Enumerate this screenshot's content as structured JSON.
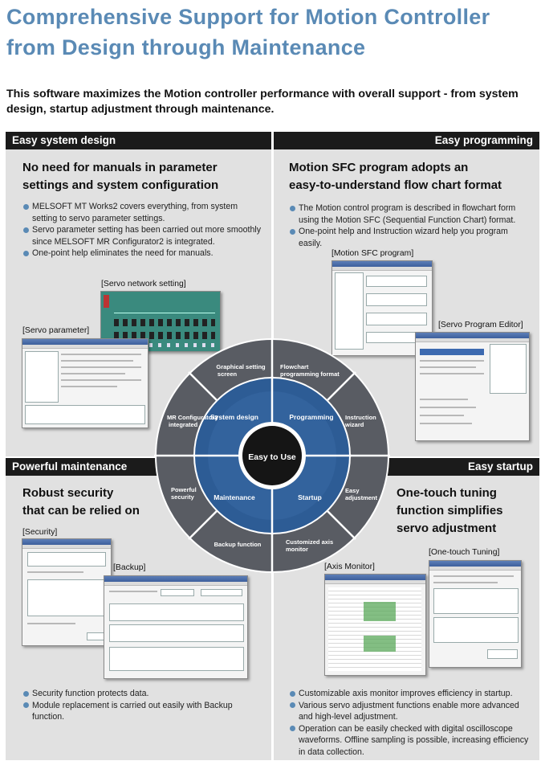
{
  "title": {
    "line1": "Comprehensive Support for Motion Controller",
    "line2": "from Design through Maintenance"
  },
  "intro": "This software maximizes the Motion controller performance with overall support - from system design, startup adjustment through maintenance.",
  "design": {
    "header": "Easy system design",
    "heading1": "No need for manuals in parameter",
    "heading2": "settings and system configuration",
    "bullets": [
      "MELSOFT MT Works2 covers everything, from system setting to servo parameter settings.",
      "Servo parameter setting has been carried out more smoothly since MELSOFT MR Configurator2 is integrated.",
      "One-point help eliminates the need for manuals."
    ],
    "cap_network": "[Servo network setting]",
    "cap_param": "[Servo parameter]"
  },
  "programming": {
    "header": "Easy programming",
    "heading1": "Motion SFC program adopts an",
    "heading2": "easy-to-understand flow chart format",
    "bullets": [
      "The Motion control program is described in flowchart form using the Motion SFC (Sequential Function Chart) format.",
      "One-point help and Instruction wizard help you program easily."
    ],
    "cap_sfc": "[Motion SFC program]",
    "cap_editor": "[Servo Program Editor]"
  },
  "maintenance": {
    "header": "Powerful maintenance",
    "heading1": "Robust security",
    "heading2": "that can be relied on",
    "cap_security": "[Security]",
    "cap_backup": "[Backup]",
    "bullets": [
      "Security function protects data.",
      "Module replacement is carried out easily with Backup function."
    ]
  },
  "startup": {
    "header": "Easy startup",
    "heading1": "One-touch tuning",
    "heading2": "function simplifies",
    "heading3": "servo adjustment",
    "cap_tuning": "[One-touch Tuning]",
    "cap_axis": "[Axis Monitor]",
    "bullets": [
      "Customizable axis monitor improves efficiency in startup.",
      "Various servo adjustment functions enable more advanced and high-level adjustment.",
      "Operation can be easily checked with digital oscilloscope waveforms. Offline sampling is possible, increasing efficiency in data collection."
    ]
  },
  "wheel": {
    "center": "Easy to Use",
    "inner": {
      "system_design": "System design",
      "programming": "Programming",
      "maintenance": "Maintenance",
      "startup": "Startup"
    },
    "outer": {
      "graphical_1": "Graphical setting",
      "graphical_2": "screen",
      "flowchart_1": "Flowchart",
      "flowchart_2": "programming format",
      "instruction_1": "Instruction",
      "instruction_2": "wizard",
      "easy_adj_1": "Easy",
      "easy_adj_2": "adjustment",
      "axis_mon_1": "Customized axis",
      "axis_mon_2": "monitor",
      "backup": "Backup function",
      "security_1": "Powerful",
      "security_2": "security",
      "mrconf_1": "MR Configurator2",
      "mrconf_2": "integrated"
    }
  },
  "colors": {
    "title": "#5a8ab5",
    "bullet": "#5a8ab5",
    "header_bg": "#1b1b1b",
    "panel_bg": "#e1e1e1",
    "wheel_outer": "#595c63",
    "wheel_inner": "#2d5c95"
  }
}
